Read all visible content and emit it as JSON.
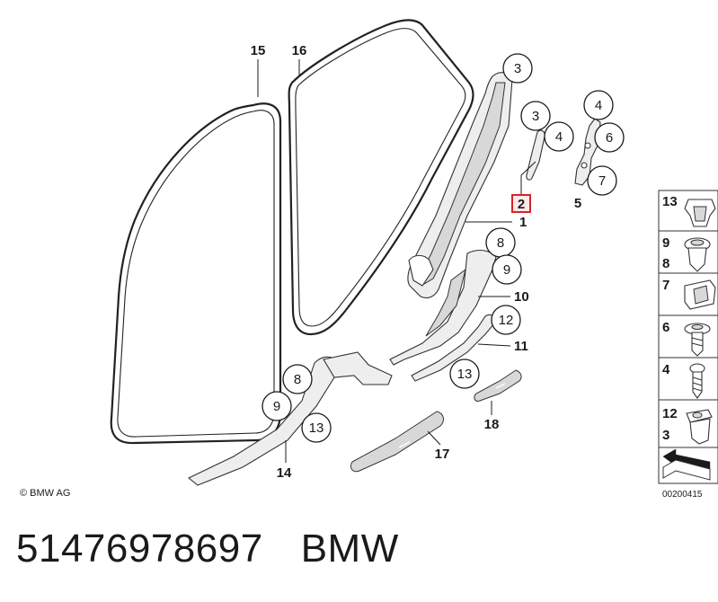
{
  "diagram": {
    "callouts": {
      "c1": "1",
      "c2": "2",
      "c3a": "3",
      "c3b": "3",
      "c4": "4",
      "c4b": "4",
      "c5": "5",
      "c6": "6",
      "c7": "7",
      "c8a": "8",
      "c8b": "8",
      "c9a": "9",
      "c9b": "9",
      "c10": "10",
      "c11": "11",
      "c12": "12",
      "c13a": "13",
      "c13b": "13",
      "c14": "14",
      "c15": "15",
      "c16": "16",
      "c17": "17",
      "c18": "18"
    },
    "legend": {
      "l13": "13",
      "l9": "9",
      "l8": "8",
      "l7": "7",
      "l6": "6",
      "l4": "4",
      "l12": "12",
      "l3": "3"
    },
    "copyright": "© BMW AG",
    "image_code": "00200415"
  },
  "caption": {
    "part_number": "51476978697",
    "brand": "BMW"
  }
}
